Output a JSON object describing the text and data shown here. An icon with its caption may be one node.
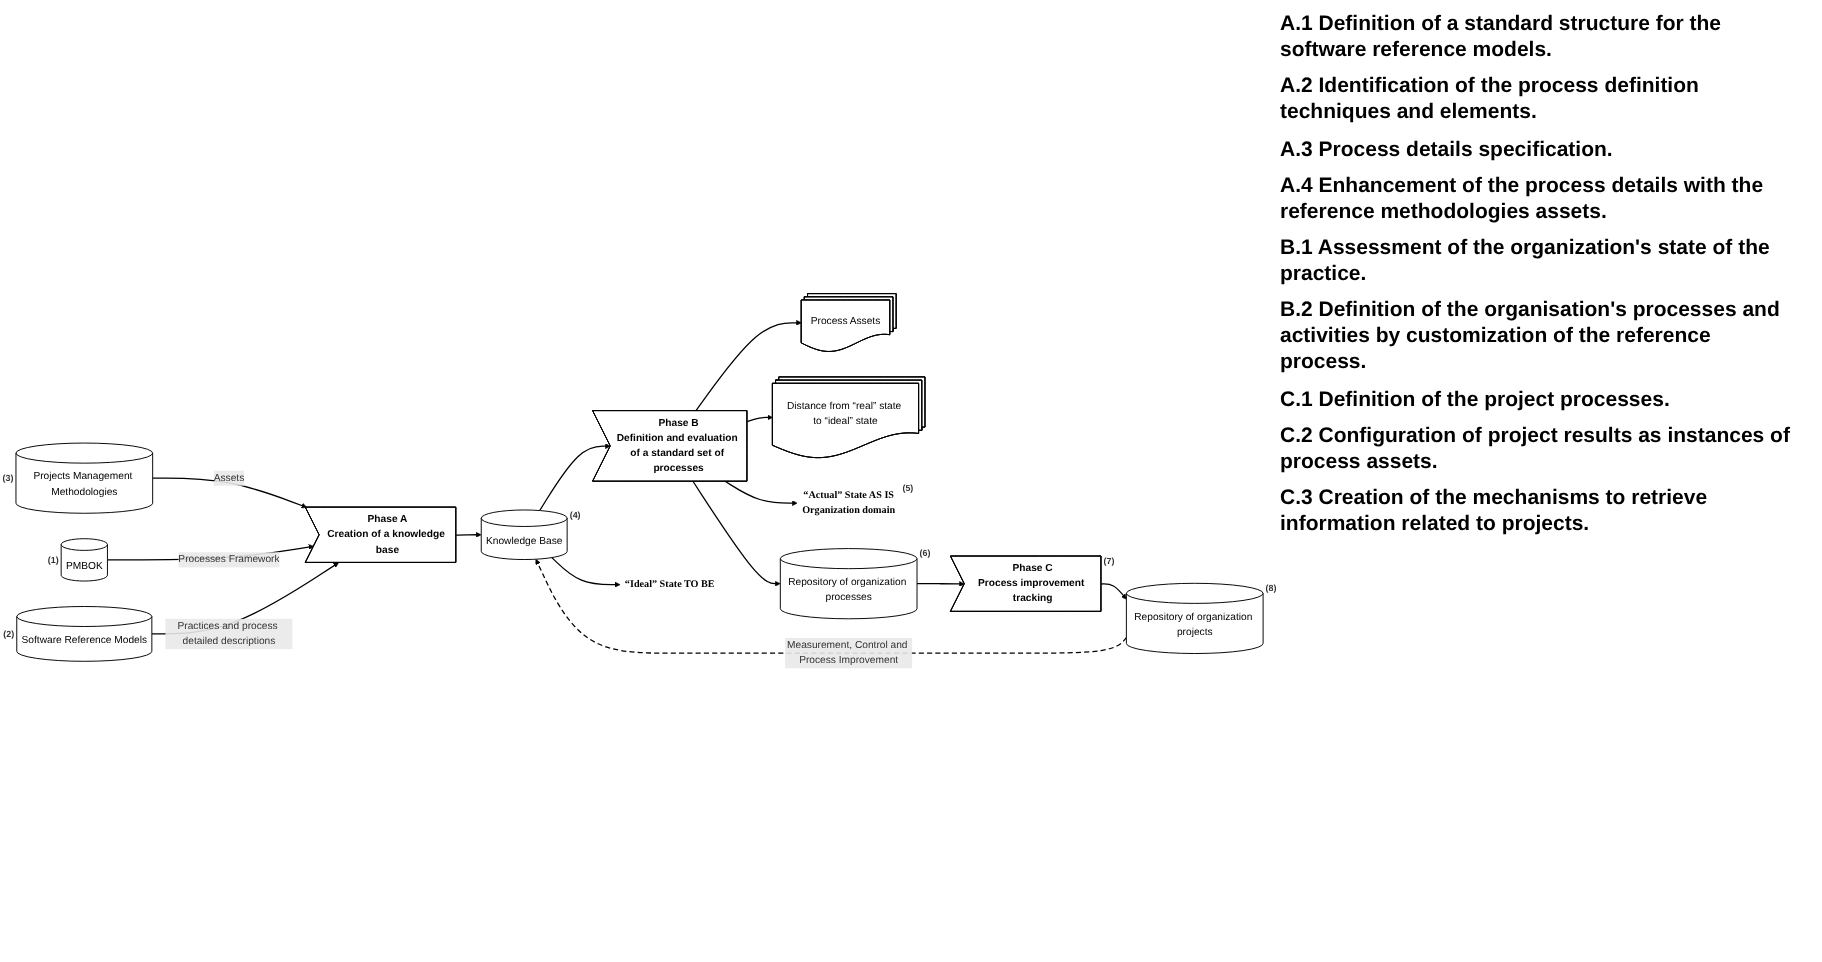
{
  "diagram": {
    "nodes": [
      {
        "text": [
          "Projects Management Methodologies"
        ],
        "beside": [
          "(3)"
        ]
      },
      {
        "text": [
          "PMBOK"
        ],
        "beside": [
          "(1)"
        ]
      },
      {
        "text": [
          "Software Reference Models"
        ],
        "beside": [
          "(2)"
        ]
      },
      {
        "text": [
          "Phase A",
          "Creation of a knowledge base"
        ]
      },
      {
        "text": [
          "“Ideal” State TO BE"
        ]
      },
      {
        "text": [
          "Knowledge Base"
        ],
        "beside": [
          "(4)"
        ]
      },
      {
        "text": [
          "Phase B",
          "Definition and evaluation of a standard set of processes"
        ]
      },
      {
        "text": [
          "Process Assets"
        ]
      },
      {
        "text": [
          "Distance from “real” state to “ideal” state"
        ]
      },
      {
        "text": [
          "“Actual” State AS IS",
          "Organization domain"
        ],
        "beside": [
          "(5)"
        ]
      },
      {
        "text": [
          "Repository of organization processes"
        ],
        "beside": [
          "(6)"
        ]
      },
      {
        "text": [
          "Phase C",
          "Process improvement tracking"
        ],
        "beside": [
          "(7)"
        ]
      },
      {
        "text": [
          "Repository of organization projects"
        ],
        "beside": [
          "(8)"
        ]
      }
    ],
    "edges": [
      {
        "from": 0,
        "to": 3,
        "arrow": "to",
        "label": "Assets"
      },
      {
        "from": 1,
        "to": 3,
        "arrow": "to",
        "label": "Processes Framework"
      },
      {
        "from": 2,
        "to": 3,
        "arrow": "to",
        "label": "Practices and process detailed descriptions"
      },
      {
        "from": 3,
        "to": 5,
        "arrow": "to"
      },
      {
        "from": 5,
        "to": 4,
        "arrow": "to"
      },
      {
        "from": 5,
        "to": 6,
        "arrow": "to"
      },
      {
        "from": 6,
        "to": 7,
        "arrow": "to"
      },
      {
        "from": 6,
        "to": 8,
        "arrow": "to"
      },
      {
        "from": 6,
        "to": 9,
        "arrow": "to"
      },
      {
        "from": 6,
        "to": 10,
        "arrow": "to"
      },
      {
        "from": 10,
        "to": 11,
        "arrow": "to"
      },
      {
        "from": 11,
        "to": 12,
        "arrow": "to"
      },
      {
        "from": 12,
        "to": 5,
        "arrow": "to",
        "style": "dashed",
        "label": "Measurement, Control and Process Improvement"
      }
    ],
    "labels": [
      "A.1 Definition of a standard structure for the software reference models.",
      "A.2 Identification of the process definition techniques and elements.",
      "A.3 Process details specification.",
      "A.4 Enhancement of the process details with the reference methodologies assets.",
      "B.1 Assessment of the organization's state of the practice.",
      "B.2 Definition of the organisation's processes and activities by customization of the reference process.",
      "C.1 Definition of the project processes.",
      "C.2 Configuration of project results as instances of process assets.",
      "C.3 Creation of the mechanisms to retrieve information related to projects."
    ]
  }
}
